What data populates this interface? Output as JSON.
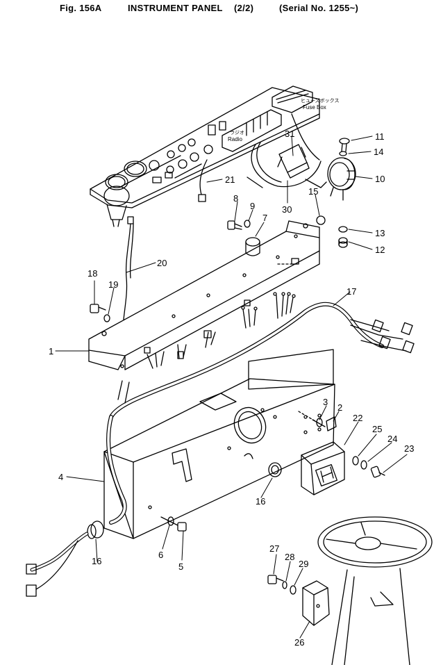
{
  "header": {
    "fig": "Fig. 156A",
    "title": "INSTRUMENT PANEL",
    "page": "(2/2)",
    "serial": "(Serial No. 1255~)"
  },
  "labels": {
    "fuse_box_jp": "ヒューズボックス",
    "fuse_box": "Fuse Box",
    "radio_jp": "ラジオ",
    "radio": "Radio"
  },
  "callouts": {
    "p1": "1",
    "p2": "2",
    "p3": "3",
    "p4": "4",
    "p5": "5",
    "p6": "6",
    "p7": "7",
    "p8": "8",
    "p9": "9",
    "p10": "10",
    "p11": "11",
    "p12": "12",
    "p13": "13",
    "p14": "14",
    "p15": "15",
    "p16a": "16",
    "p16b": "16",
    "p17": "17",
    "p18": "18",
    "p19": "19",
    "p20": "20",
    "p21": "21",
    "p22": "22",
    "p23": "23",
    "p24": "24",
    "p25": "25",
    "p26": "26",
    "p27": "27",
    "p28": "28",
    "p29": "29",
    "p30": "30",
    "p31": "31"
  }
}
